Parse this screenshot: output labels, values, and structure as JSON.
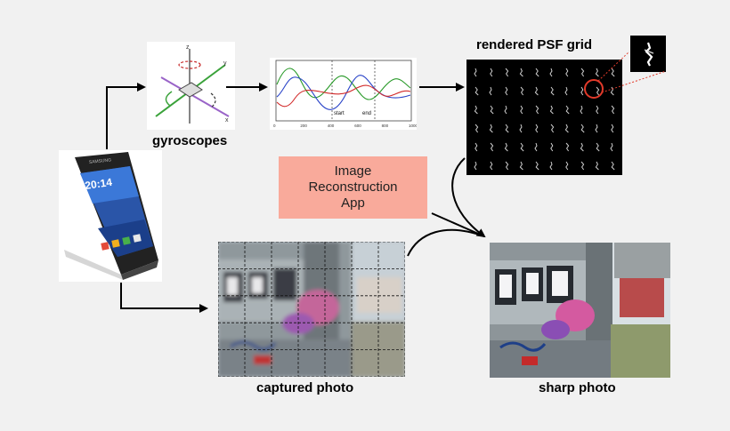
{
  "labels": {
    "gyroscopes": "gyroscopes",
    "psf_grid": "rendered PSF grid",
    "captured": "captured photo",
    "sharp": "sharp photo"
  },
  "app_box": {
    "line1": "Image",
    "line2": "Reconstruction",
    "line3": "App"
  },
  "gyro_axes": {
    "x": "x",
    "y": "y",
    "z": "z"
  },
  "phone": {
    "time": "20:14",
    "brand": "SAMSUNG"
  },
  "plot": {
    "marker_start": "start",
    "marker_end": "end",
    "x_ticks": [
      "0",
      "200",
      "400",
      "600",
      "800",
      "1000"
    ]
  },
  "colors": {
    "background": "#f1f1f1",
    "app_box": "#f9aa9b",
    "highlight_circle": "#e23a2a",
    "psf_bg": "#000000"
  }
}
